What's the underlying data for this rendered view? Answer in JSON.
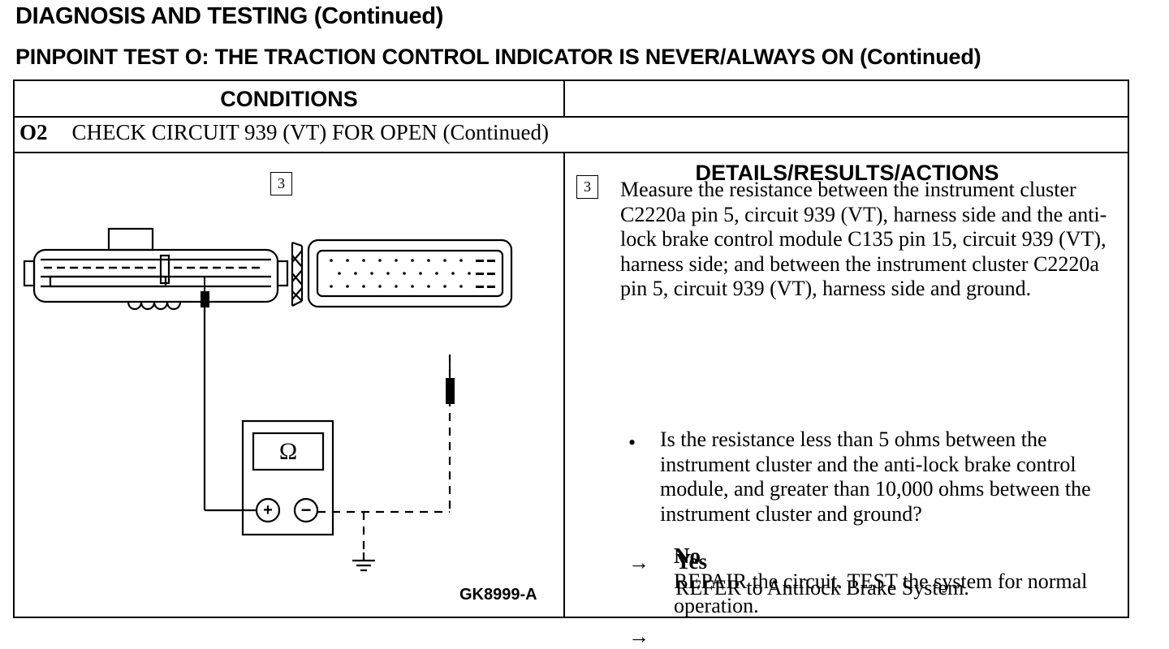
{
  "header": {
    "section_title": "DIAGNOSIS AND TESTING (Continued)",
    "test_title": "PINPOINT TEST O: THE TRACTION CONTROL INDICATOR IS NEVER/ALWAYS ON (Continued)"
  },
  "table": {
    "col_conditions": "CONDITIONS",
    "col_details": "DETAILS/RESULTS/ACTIONS",
    "step_id": "O2",
    "step_title": "CHECK CIRCUIT 939 (VT) FOR OPEN (Continued)"
  },
  "diagram": {
    "step_number": "3",
    "meter_symbol": "Ω",
    "plus_symbol": "+",
    "minus_symbol": "−",
    "figure_id": "GK8999-A",
    "icons": [
      "connector-c2220a-icon",
      "connector-c135-icon",
      "ohmmeter-icon",
      "ground-symbol-icon"
    ]
  },
  "details": {
    "step_number": "3",
    "instruction": "Measure the resistance between the instrument cluster C2220a pin 5, circuit 939 (VT), harness side and the anti-lock brake control module C135 pin 15, circuit 939 (VT), harness side; and between the instrument cluster C2220a pin 5, circuit 939 (VT), harness side and ground.",
    "bullet_symbol": "•",
    "question": "Is the resistance less than 5 ohms between the instrument cluster and the anti-lock brake control module, and greater than 10,000 ohms between the instrument cluster and ground?",
    "arrow_symbol": "→",
    "yes_label": "Yes",
    "yes_action": "REFER to Antilock Brake System.",
    "no_label": "No",
    "no_action": "REPAIR the circuit. TEST the system for normal operation."
  }
}
